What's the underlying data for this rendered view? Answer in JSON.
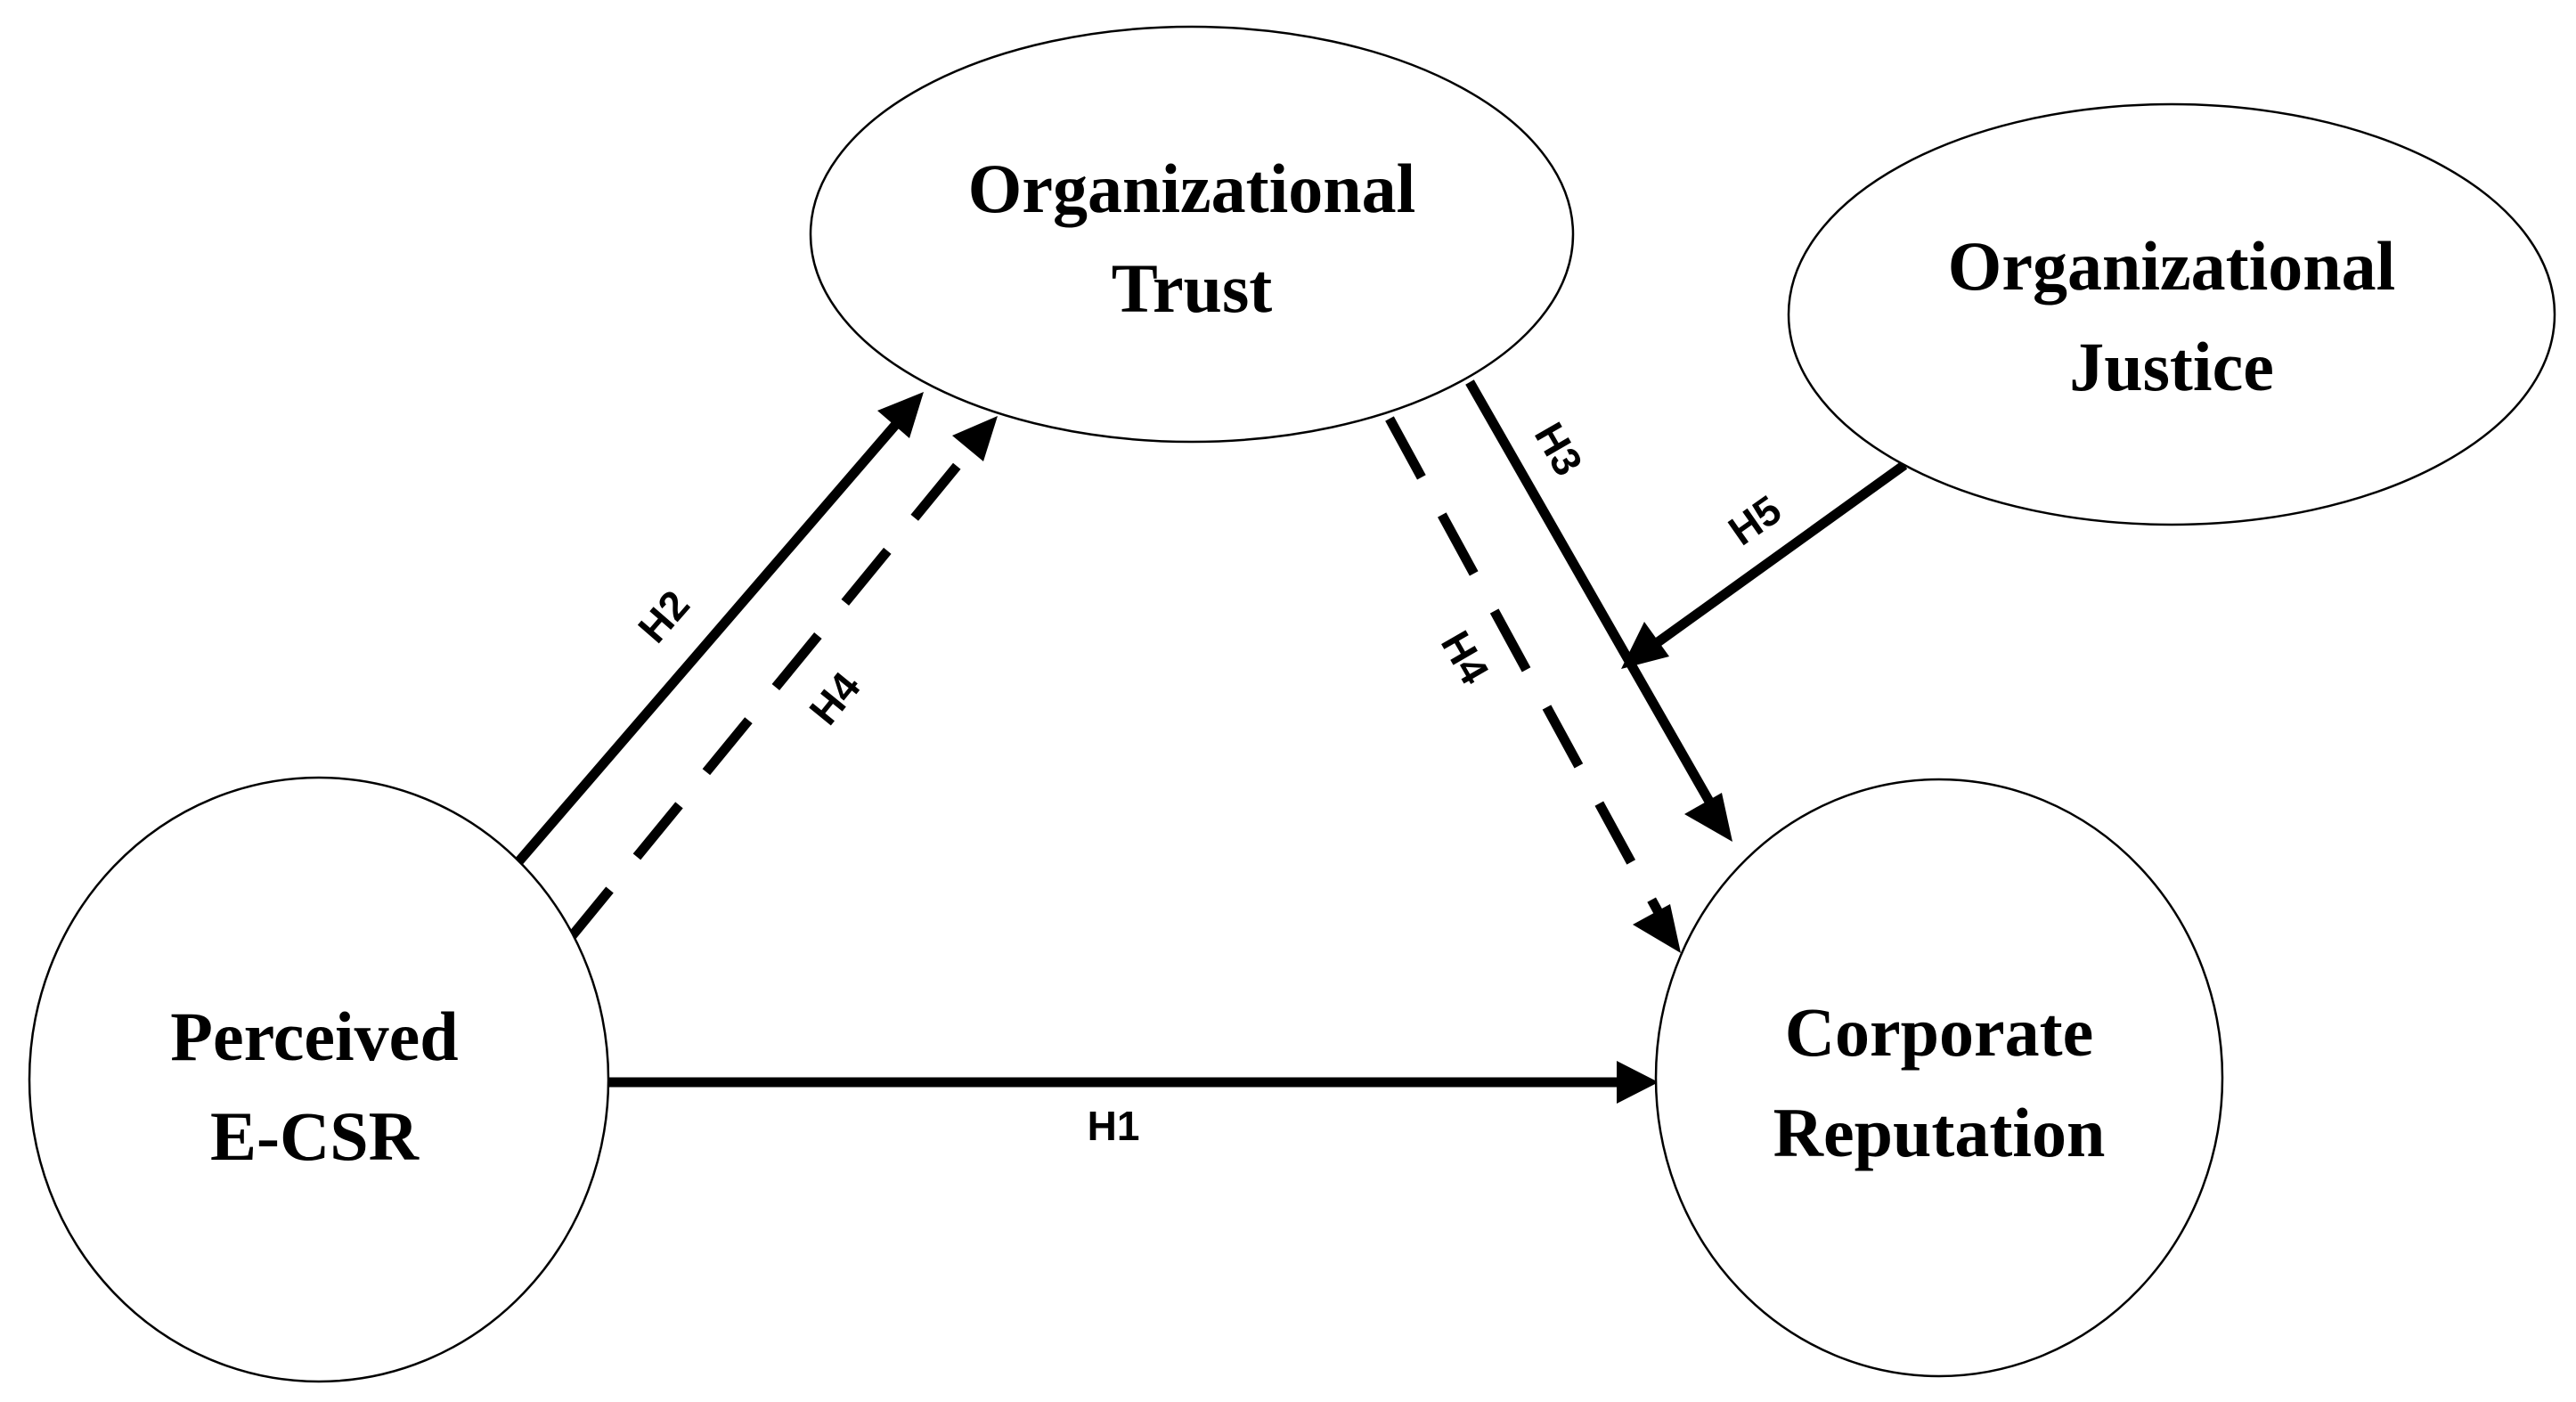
{
  "nodes": {
    "trust": {
      "line1": "Organizational",
      "line2": "Trust"
    },
    "justice": {
      "line1": "Organizational",
      "line2": "Justice"
    },
    "ecsr": {
      "line1": "Perceived",
      "line2": "E-CSR"
    },
    "reputation": {
      "line1": "Corporate",
      "line2": "Reputation"
    }
  },
  "edges": {
    "h1": {
      "label": "H1",
      "style": "solid"
    },
    "h2": {
      "label": "H2",
      "style": "solid"
    },
    "h3": {
      "label": "H3",
      "style": "solid"
    },
    "h4a": {
      "label": "H4",
      "style": "dashed"
    },
    "h4b": {
      "label": "H4",
      "style": "dashed"
    },
    "h5": {
      "label": "H5",
      "style": "solid"
    }
  },
  "colors": {
    "stroke": "#000000",
    "background": "#ffffff"
  }
}
